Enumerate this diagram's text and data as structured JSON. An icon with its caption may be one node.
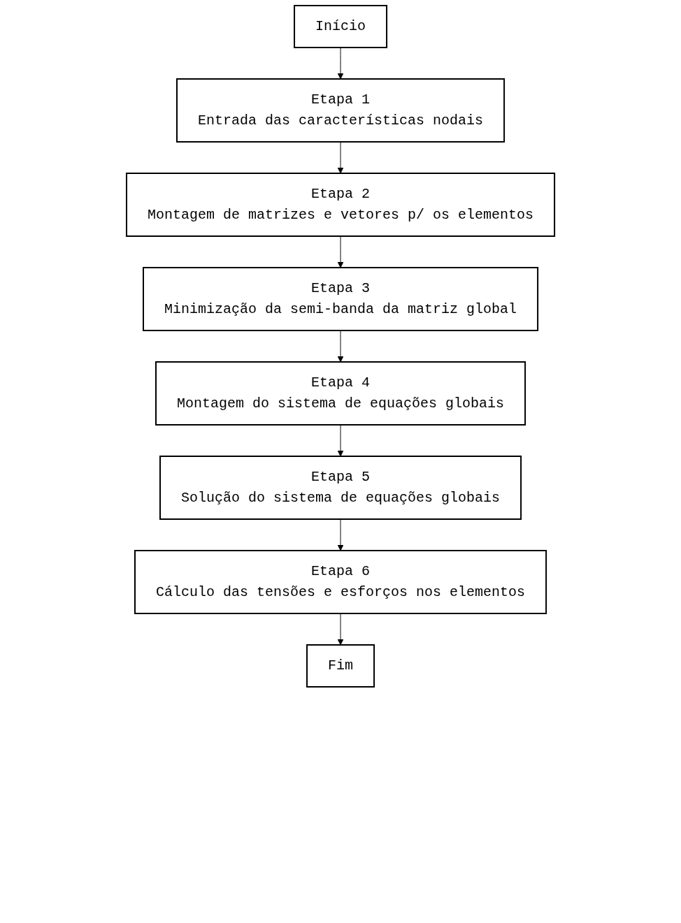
{
  "diagram": {
    "nodes": [
      {
        "text": [
          "Início"
        ]
      },
      {
        "text": [
          "Etapa 1",
          "Entrada das características nodais"
        ]
      },
      {
        "text": [
          "Etapa 2",
          "Montagem de matrizes e vetores p/ os elementos"
        ]
      },
      {
        "text": [
          "Etapa 3",
          "Minimização da semi-banda da matriz global"
        ]
      },
      {
        "text": [
          "Etapa 4",
          "Montagem do sistema de equações globais"
        ]
      },
      {
        "text": [
          "Etapa 5",
          "Solução do sistema de equações globais"
        ]
      },
      {
        "text": [
          "Etapa 6",
          "Cálculo das tensões e esforços nos elementos"
        ]
      },
      {
        "text": [
          "Fim"
        ]
      }
    ],
    "edges": [
      {
        "from": 0,
        "to": 1,
        "arrow": "to"
      },
      {
        "from": 1,
        "to": 2,
        "arrow": "to"
      },
      {
        "from": 2,
        "to": 3,
        "arrow": "to"
      },
      {
        "from": 3,
        "to": 4,
        "arrow": "to"
      },
      {
        "from": 4,
        "to": 5,
        "arrow": "to"
      },
      {
        "from": 5,
        "to": 6,
        "arrow": "to"
      },
      {
        "from": 6,
        "to": 7,
        "arrow": "to"
      }
    ]
  }
}
